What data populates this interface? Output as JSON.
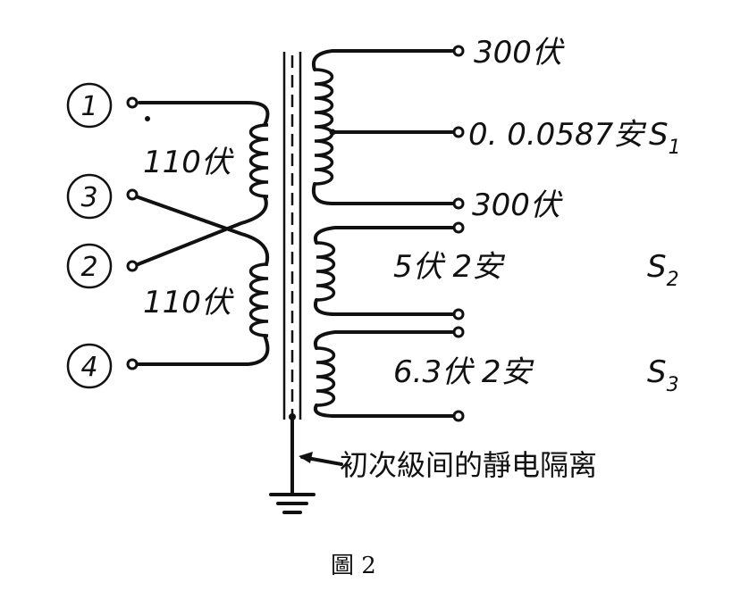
{
  "primary": {
    "terminals": [
      "1",
      "3",
      "2",
      "4"
    ],
    "upper_winding_label": "110伏",
    "lower_winding_label": "110伏"
  },
  "secondary": {
    "s1": {
      "name": "S",
      "sub": "1",
      "top_label": "300伏",
      "center_tap_label": "0. 0.0587安",
      "bottom_label": "300伏"
    },
    "s2": {
      "name": "S",
      "sub": "2",
      "rating": "5伏  2安"
    },
    "s3": {
      "name": "S",
      "sub": "3",
      "rating": "6.3伏  2安"
    }
  },
  "shield_note": "初次級间的靜电隔离",
  "caption": "圖  2"
}
